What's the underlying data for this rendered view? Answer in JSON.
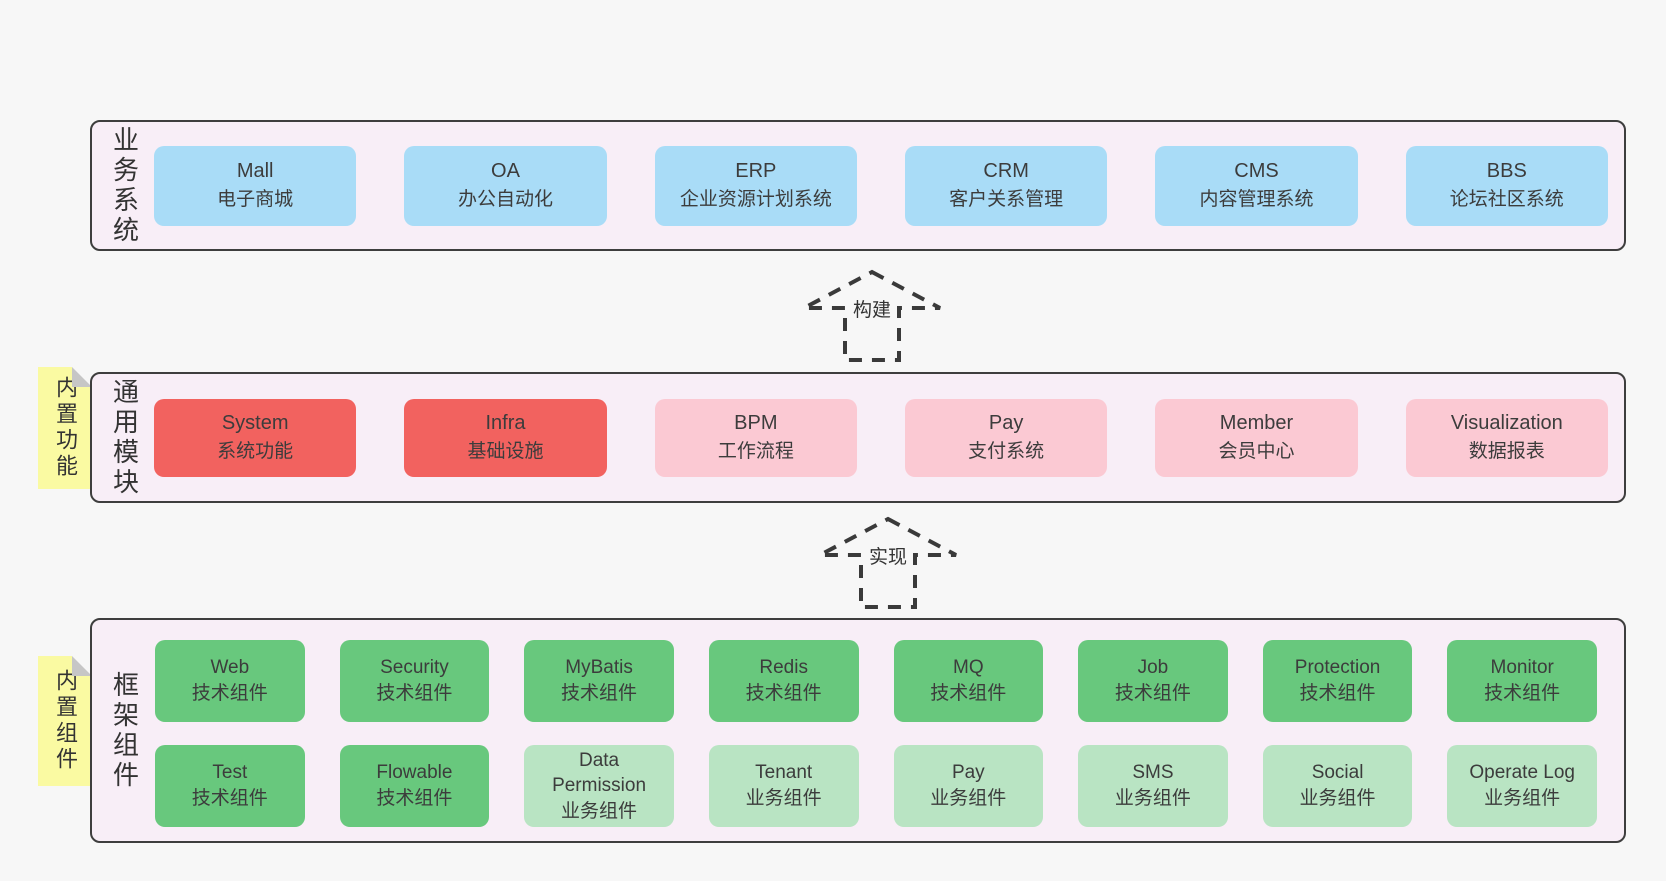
{
  "colors": {
    "page_bg": "#f7f7f7",
    "layer_fill": "#f8eef7",
    "layer_border": "#3e3e3e",
    "blue_box": "#a9dcf7",
    "red_box": "#f2625f",
    "pink_box": "#fbc9d3",
    "green_box": "#68c87d",
    "light_green_box": "#b9e4c3",
    "sticky_note": "#fafaa2",
    "arrow_stroke": "#3a3a3a"
  },
  "arrows": [
    {
      "label": "构建"
    },
    {
      "label": "实现"
    }
  ],
  "layers": [
    {
      "label": "业务系统",
      "boxes": [
        {
          "title": "Mall",
          "subtitle": "电子商城"
        },
        {
          "title": "OA",
          "subtitle": "办公自动化"
        },
        {
          "title": "ERP",
          "subtitle": "企业资源计划系统"
        },
        {
          "title": "CRM",
          "subtitle": "客户关系管理"
        },
        {
          "title": "CMS",
          "subtitle": "内容管理系统"
        },
        {
          "title": "BBS",
          "subtitle": "论坛社区系统"
        }
      ]
    },
    {
      "label": "通用模块",
      "sticky": "内置功能",
      "boxes": [
        {
          "title": "System",
          "subtitle": "系统功能"
        },
        {
          "title": "Infra",
          "subtitle": "基础设施"
        },
        {
          "title": "BPM",
          "subtitle": "工作流程"
        },
        {
          "title": "Pay",
          "subtitle": "支付系统"
        },
        {
          "title": "Member",
          "subtitle": "会员中心"
        },
        {
          "title": "Visualization",
          "subtitle": "数据报表"
        }
      ]
    },
    {
      "label": "框架组件",
      "sticky": "内置组件",
      "boxes": [
        {
          "title": "Web",
          "subtitle": "技术组件"
        },
        {
          "title": "Security",
          "subtitle": "技术组件"
        },
        {
          "title": "MyBatis",
          "subtitle": "技术组件"
        },
        {
          "title": "Redis",
          "subtitle": "技术组件"
        },
        {
          "title": "MQ",
          "subtitle": "技术组件"
        },
        {
          "title": "Job",
          "subtitle": "技术组件"
        },
        {
          "title": "Protection",
          "subtitle": "技术组件"
        },
        {
          "title": "Monitor",
          "subtitle": "技术组件"
        },
        {
          "title": "Test",
          "subtitle": "技术组件"
        },
        {
          "title": "Flowable",
          "subtitle": "技术组件"
        },
        {
          "title": "Data Permission",
          "subtitle": "业务组件"
        },
        {
          "title": "Tenant",
          "subtitle": "业务组件"
        },
        {
          "title": "Pay",
          "subtitle": "业务组件"
        },
        {
          "title": "SMS",
          "subtitle": "业务组件"
        },
        {
          "title": "Social",
          "subtitle": "业务组件"
        },
        {
          "title": "Operate Log",
          "subtitle": "业务组件"
        }
      ]
    }
  ]
}
